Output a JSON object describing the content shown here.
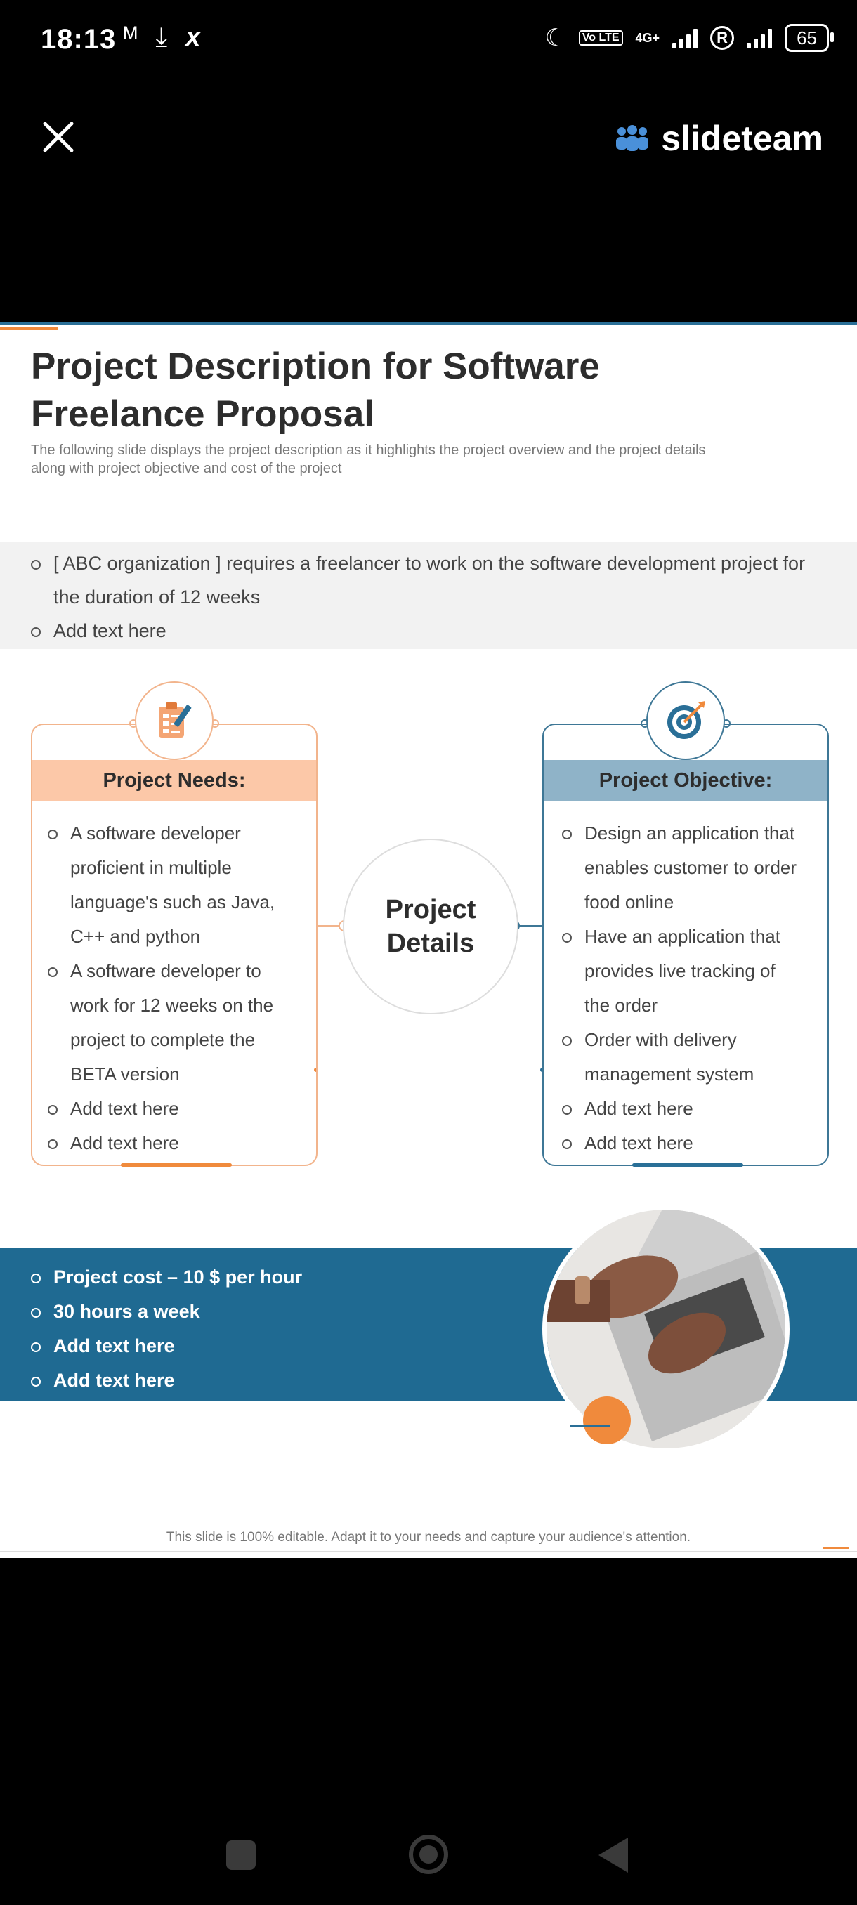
{
  "status_bar": {
    "time": "18:13",
    "left_icons": [
      "mail-icon",
      "download-icon",
      "xing-icon"
    ],
    "network": "4G+",
    "lte_label": "Vo LTE",
    "roaming_label": "R",
    "battery": "65"
  },
  "app_bar": {
    "brand": "slideteam"
  },
  "slide": {
    "title_line1": "Project Description for Software",
    "title_line2": "Freelance Proposal",
    "subtitle_line1": "The following  slide displays the project description as it highlights the project overview  and the project details",
    "subtitle_line2": "along with project objective  and cost of the project",
    "overview": {
      "item1_line1": "[ ABC organization ] requires a freelancer to work on the software development project for",
      "item1_line2": "the duration of 12 weeks",
      "item2": "Add text here"
    },
    "needs": {
      "heading": "Project Needs:",
      "lines": [
        "A software developer",
        "proficient in multiple",
        "language's such as Java,",
        "C++ and python",
        "A software developer to",
        "work for 12 weeks on the",
        "project to complete the",
        "BETA version",
        "Add text here",
        "Add text here"
      ]
    },
    "center": {
      "line1": "Project",
      "line2": "Details"
    },
    "objective": {
      "heading": "Project Objective:",
      "lines": [
        "Design an application that",
        "enables customer to order",
        "food online",
        "Have an application that",
        "provides live tracking of",
        "the order",
        "Order with delivery",
        "management system",
        "Add text here",
        "Add text here"
      ]
    },
    "cost": {
      "items": [
        "Project cost – 10 $ per hour",
        "30 hours a week",
        "Add text here",
        "Add text here"
      ]
    },
    "footnote": "This slide is 100% editable. Adapt it to your needs and capture your audience's attention."
  },
  "colors": {
    "accent_orange": "#f08a3c",
    "accent_blue": "#1f6a92",
    "needs_header": "#fcc8a8",
    "objective_header": "#8fb3c8"
  }
}
